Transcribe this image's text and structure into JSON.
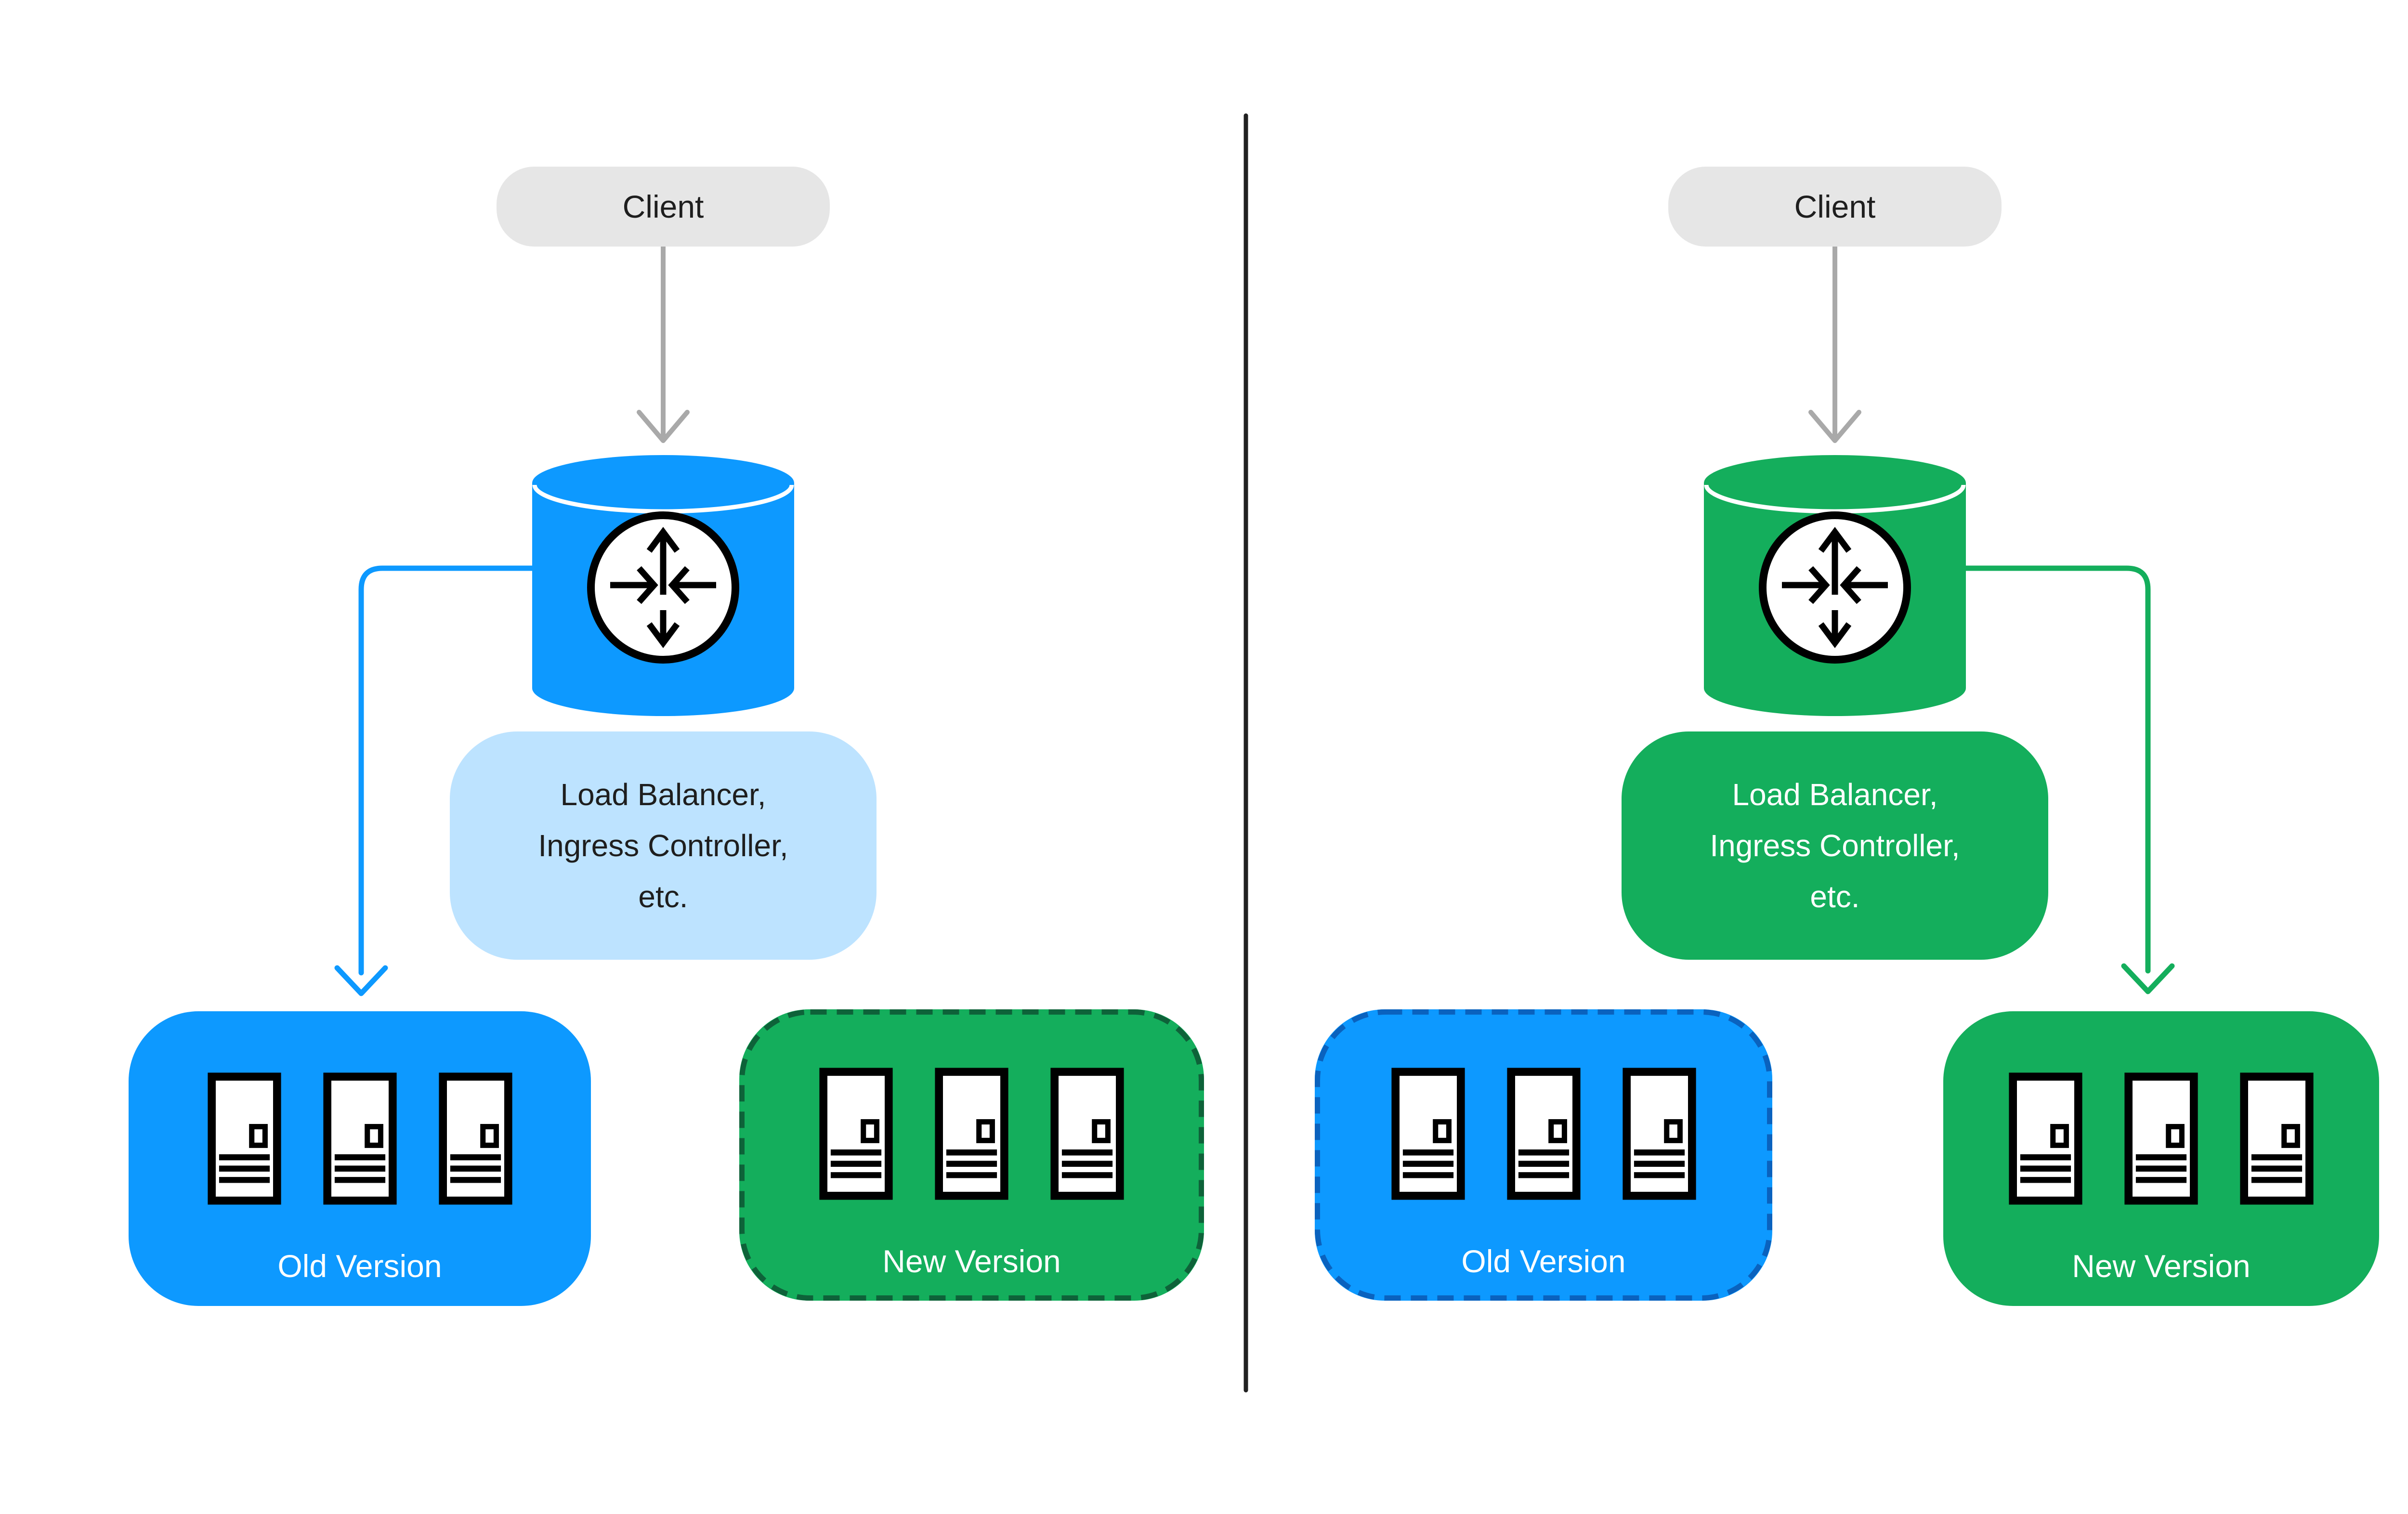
{
  "diagram": {
    "type": "blue-green deployment traffic switch",
    "left_panel": {
      "client_label": "Client",
      "load_balancer_lines": [
        "Load Balancer,",
        "Ingress Controller,",
        "etc."
      ],
      "old_version_label": "Old Version",
      "new_version_label": "New Version",
      "traffic_arrow_target": "old-version"
    },
    "right_panel": {
      "client_label": "Client",
      "load_balancer_lines": [
        "Load Balancer,",
        "Ingress Controller,",
        "etc."
      ],
      "old_version_label": "Old Version",
      "new_version_label": "New Version",
      "traffic_arrow_target": "new-version"
    }
  },
  "colors": {
    "blue": "#0D99FF",
    "green": "#14AE5C",
    "light_blue": "#BDE3FF",
    "dashed_green_border": "#0E6239",
    "dashed_blue_border": "#0A62BE",
    "client_pill_bg": "#E6E6E6",
    "arrow_gray": "#A9A9A9",
    "text_dark": "#1E1E1E",
    "text_white": "#FFFFFF",
    "divider": "#212121"
  },
  "icons": {
    "router": "router-icon (circle with four arrows)",
    "server": "server-icon (rack unit with port and vents)"
  }
}
